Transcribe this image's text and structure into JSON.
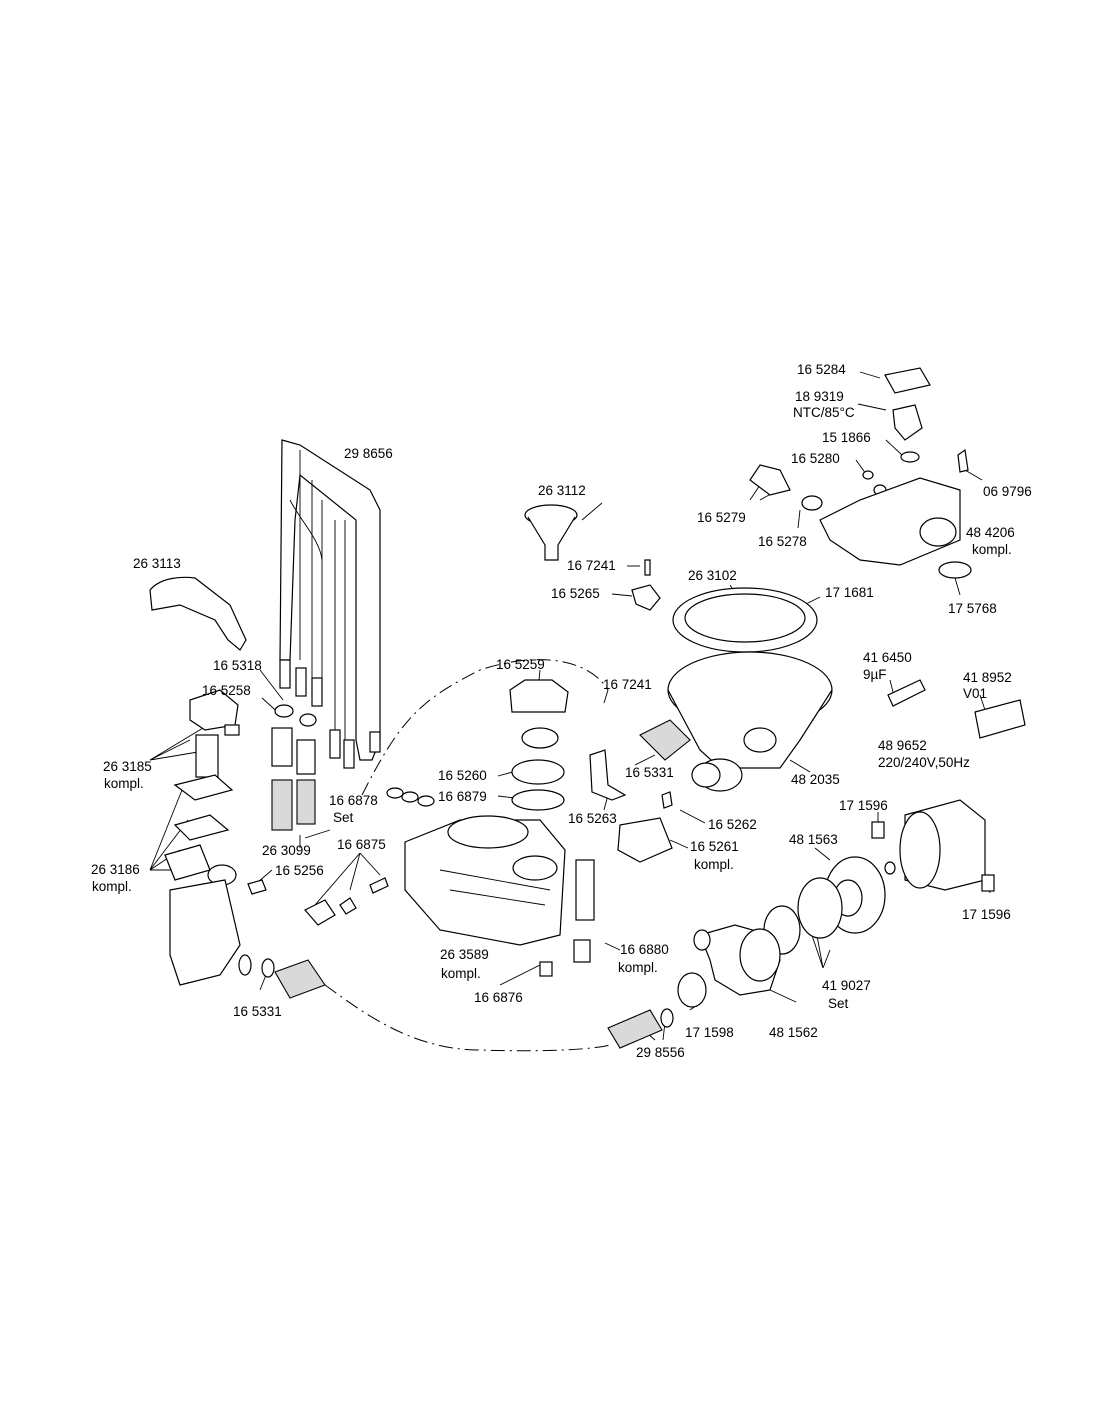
{
  "labels": [
    {
      "id": "p165284",
      "text": "16 5284"
    },
    {
      "id": "p189319",
      "text": "18 9319"
    },
    {
      "id": "ntc",
      "text": "NTC/85°C"
    },
    {
      "id": "p151866",
      "text": "15 1866"
    },
    {
      "id": "p165280",
      "text": "16 5280"
    },
    {
      "id": "p069796",
      "text": "06 9796"
    },
    {
      "id": "p165279",
      "text": "16 5279"
    },
    {
      "id": "p165278",
      "text": "16 5278"
    },
    {
      "id": "p484206",
      "text": "48 4206"
    },
    {
      "id": "p484206k",
      "text": "kompl."
    },
    {
      "id": "p175768",
      "text": "17 5768"
    },
    {
      "id": "p298656",
      "text": "29 8656"
    },
    {
      "id": "p263112",
      "text": "26 3112"
    },
    {
      "id": "p167241a",
      "text": "16 7241"
    },
    {
      "id": "p165265",
      "text": "16 5265"
    },
    {
      "id": "p263102",
      "text": "26 3102"
    },
    {
      "id": "p171681",
      "text": "17 1681"
    },
    {
      "id": "p263113",
      "text": "26 3113"
    },
    {
      "id": "p416450",
      "text": "41 6450"
    },
    {
      "id": "p9uf",
      "text": "9µF"
    },
    {
      "id": "p418952",
      "text": "41 8952"
    },
    {
      "id": "pv01",
      "text": "V01"
    },
    {
      "id": "p165318",
      "text": "16 5318"
    },
    {
      "id": "p165258",
      "text": "16 5258"
    },
    {
      "id": "p165259",
      "text": "16 5259"
    },
    {
      "id": "p167241b",
      "text": "16 7241"
    },
    {
      "id": "p489652",
      "text": "48 9652"
    },
    {
      "id": "p220v",
      "text": "220/240V,50Hz"
    },
    {
      "id": "p263185",
      "text": "26 3185"
    },
    {
      "id": "p263185k",
      "text": "kompl."
    },
    {
      "id": "p165260",
      "text": "16 5260"
    },
    {
      "id": "p165331a",
      "text": "16 5331"
    },
    {
      "id": "p482035",
      "text": "48 2035"
    },
    {
      "id": "p166878",
      "text": "16 6878"
    },
    {
      "id": "pset1",
      "text": "Set"
    },
    {
      "id": "p166879",
      "text": "16 6879"
    },
    {
      "id": "p171596a",
      "text": "17 1596"
    },
    {
      "id": "p165263",
      "text": "16 5263"
    },
    {
      "id": "p165262",
      "text": "16 5262"
    },
    {
      "id": "p481563",
      "text": "48 1563"
    },
    {
      "id": "p263099",
      "text": "26 3099"
    },
    {
      "id": "p166875",
      "text": "16 6875"
    },
    {
      "id": "p165261",
      "text": "16 5261"
    },
    {
      "id": "p165261k",
      "text": "kompl."
    },
    {
      "id": "p263186",
      "text": "26 3186"
    },
    {
      "id": "p263186k",
      "text": "kompl."
    },
    {
      "id": "p165256",
      "text": "16 5256"
    },
    {
      "id": "p171596b",
      "text": "17 1596"
    },
    {
      "id": "p263589",
      "text": "26 3589"
    },
    {
      "id": "p263589k",
      "text": "kompl."
    },
    {
      "id": "p166880",
      "text": "16 6880"
    },
    {
      "id": "p166880k",
      "text": "kompl."
    },
    {
      "id": "p419027",
      "text": "41 9027"
    },
    {
      "id": "pset2",
      "text": "Set"
    },
    {
      "id": "p166876",
      "text": "16 6876"
    },
    {
      "id": "p165331b",
      "text": "16 5331"
    },
    {
      "id": "p171598",
      "text": "17 1598"
    },
    {
      "id": "p481562",
      "text": "48 1562"
    },
    {
      "id": "p298556",
      "text": "29 8556"
    }
  ]
}
